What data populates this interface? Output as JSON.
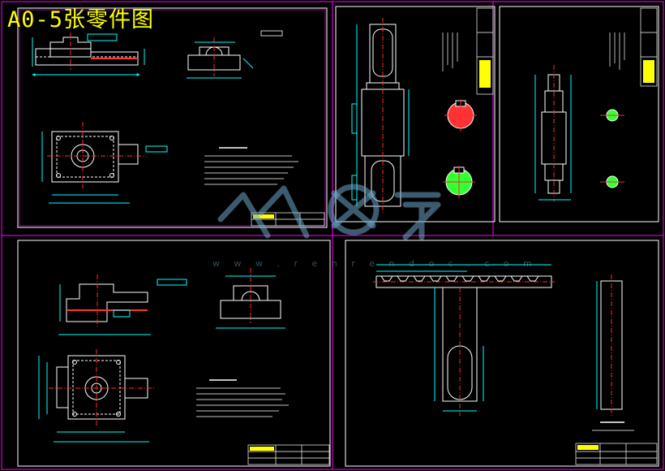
{
  "title": "A0-5张零件图",
  "watermark": "w w w . r e n r e n d o c . c o m",
  "colors": {
    "background": "#000000",
    "frame": "#ff00ff",
    "geometry": "#ffffff",
    "centerline": "#ff2a2a",
    "dimension": "#00ffff",
    "annotation": "#ffff00",
    "section_fill": "#ff3333",
    "highlight": "#33ff33",
    "title_block": "#5a5aff",
    "watermark": "#8ab8d8"
  },
  "sheets": [
    {
      "id": "sheet-1",
      "content": "base plate part drawing with front, side and top views plus technical notes"
    },
    {
      "id": "sheet-2",
      "content": "shaft part drawing with keyway sections"
    },
    {
      "id": "sheet-3",
      "content": "stepped shaft part drawing with section views"
    },
    {
      "id": "sheet-4",
      "content": "base plate part drawing with front, side and top views plus technical notes"
    },
    {
      "id": "sheet-5",
      "content": "toothed rack part drawing with slot detail and side view"
    }
  ]
}
